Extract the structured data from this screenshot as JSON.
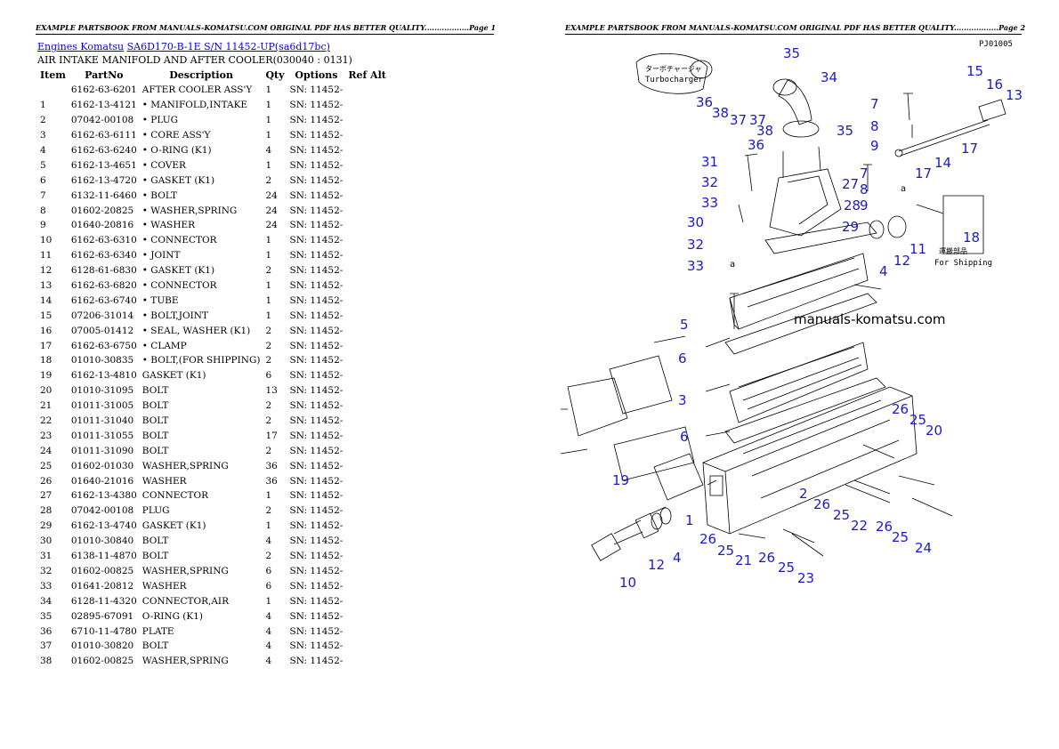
{
  "header_left": "EXAMPLE PARTSBOOK FROM MANUALS-KOMATSU.COM ORIGINAL PDF HAS BETTER QUALITY..................Page 1",
  "header_right": "EXAMPLE PARTSBOOK FROM MANUALS-KOMATSU.COM ORIGINAL PDF HAS BETTER QUALITY..................Page 2",
  "breadcrumb": {
    "link1": "Engines Komatsu",
    "link2": "SA6D170-B-1E S/N 11452-UP(sa6d17bc)"
  },
  "subtitle": "AIR INTAKE MANIFOLD AND AFTER COOLER(030040 : 0131)",
  "columns": [
    "Item",
    "PartNo",
    "Description",
    "Qty",
    "Options",
    "Ref Alt"
  ],
  "rows": [
    {
      "item": "",
      "part": "6162-63-6201",
      "desc": "AFTER COOLER ASS'Y",
      "qty": "1",
      "opt": "SN: 11452-"
    },
    {
      "item": "1",
      "part": "6162-13-4121",
      "desc": "• MANIFOLD,INTAKE",
      "qty": "1",
      "opt": "SN: 11452-"
    },
    {
      "item": "2",
      "part": "07042-00108",
      "desc": "• PLUG",
      "qty": "1",
      "opt": "SN: 11452-"
    },
    {
      "item": "3",
      "part": "6162-63-6111",
      "desc": "• CORE ASS'Y",
      "qty": "1",
      "opt": "SN: 11452-"
    },
    {
      "item": "4",
      "part": "6162-63-6240",
      "desc": "• O-RING (K1)",
      "qty": "4",
      "opt": "SN: 11452-"
    },
    {
      "item": "5",
      "part": "6162-13-4651",
      "desc": "• COVER",
      "qty": "1",
      "opt": "SN: 11452-"
    },
    {
      "item": "6",
      "part": "6162-13-4720",
      "desc": "• GASKET (K1)",
      "qty": "2",
      "opt": "SN: 11452-"
    },
    {
      "item": "7",
      "part": "6132-11-6460",
      "desc": "• BOLT",
      "qty": "24",
      "opt": "SN: 11452-"
    },
    {
      "item": "8",
      "part": "01602-20825",
      "desc": "• WASHER,SPRING",
      "qty": "24",
      "opt": "SN: 11452-"
    },
    {
      "item": "9",
      "part": "01640-20816",
      "desc": "• WASHER",
      "qty": "24",
      "opt": "SN: 11452-"
    },
    {
      "item": "10",
      "part": "6162-63-6310",
      "desc": "• CONNECTOR",
      "qty": "1",
      "opt": "SN: 11452-"
    },
    {
      "item": "11",
      "part": "6162-63-6340",
      "desc": "• JOINT",
      "qty": "1",
      "opt": "SN: 11452-"
    },
    {
      "item": "12",
      "part": "6128-61-6830",
      "desc": "• GASKET (K1)",
      "qty": "2",
      "opt": "SN: 11452-"
    },
    {
      "item": "13",
      "part": "6162-63-6820",
      "desc": "• CONNECTOR",
      "qty": "1",
      "opt": "SN: 11452-"
    },
    {
      "item": "14",
      "part": "6162-63-6740",
      "desc": "• TUBE",
      "qty": "1",
      "opt": "SN: 11452-"
    },
    {
      "item": "15",
      "part": "07206-31014",
      "desc": "• BOLT,JOINT",
      "qty": "1",
      "opt": "SN: 11452-"
    },
    {
      "item": "16",
      "part": "07005-01412",
      "desc": "• SEAL, WASHER (K1)",
      "qty": "2",
      "opt": "SN: 11452-"
    },
    {
      "item": "17",
      "part": "6162-63-6750",
      "desc": "• CLAMP",
      "qty": "2",
      "opt": "SN: 11452-"
    },
    {
      "item": "18",
      "part": "01010-30835",
      "desc": "• BOLT,(FOR SHIPPING)",
      "qty": "2",
      "opt": "SN: 11452-"
    },
    {
      "item": "19",
      "part": "6162-13-4810",
      "desc": "GASKET (K1)",
      "qty": "6",
      "opt": "SN: 11452-"
    },
    {
      "item": "20",
      "part": "01010-31095",
      "desc": "BOLT",
      "qty": "13",
      "opt": "SN: 11452-"
    },
    {
      "item": "21",
      "part": "01011-31005",
      "desc": "BOLT",
      "qty": "2",
      "opt": "SN: 11452-"
    },
    {
      "item": "22",
      "part": "01011-31040",
      "desc": "BOLT",
      "qty": "2",
      "opt": "SN: 11452-"
    },
    {
      "item": "23",
      "part": "01011-31055",
      "desc": "BOLT",
      "qty": "17",
      "opt": "SN: 11452-"
    },
    {
      "item": "24",
      "part": "01011-31090",
      "desc": "BOLT",
      "qty": "2",
      "opt": "SN: 11452-"
    },
    {
      "item": "25",
      "part": "01602-01030",
      "desc": "WASHER,SPRING",
      "qty": "36",
      "opt": "SN: 11452-"
    },
    {
      "item": "26",
      "part": "01640-21016",
      "desc": "WASHER",
      "qty": "36",
      "opt": "SN: 11452-"
    },
    {
      "item": "27",
      "part": "6162-13-4380",
      "desc": "CONNECTOR",
      "qty": "1",
      "opt": "SN: 11452-"
    },
    {
      "item": "28",
      "part": "07042-00108",
      "desc": "PLUG",
      "qty": "2",
      "opt": "SN: 11452-"
    },
    {
      "item": "29",
      "part": "6162-13-4740",
      "desc": "GASKET (K1)",
      "qty": "1",
      "opt": "SN: 11452-"
    },
    {
      "item": "30",
      "part": "01010-30840",
      "desc": "BOLT",
      "qty": "4",
      "opt": "SN: 11452-"
    },
    {
      "item": "31",
      "part": "6138-11-4870",
      "desc": "BOLT",
      "qty": "2",
      "opt": "SN: 11452-"
    },
    {
      "item": "32",
      "part": "01602-00825",
      "desc": "WASHER,SPRING",
      "qty": "6",
      "opt": "SN: 11452-"
    },
    {
      "item": "33",
      "part": "01641-20812",
      "desc": "WASHER",
      "qty": "6",
      "opt": "SN: 11452-"
    },
    {
      "item": "34",
      "part": "6128-11-4320",
      "desc": "CONNECTOR,AIR",
      "qty": "1",
      "opt": "SN: 11452-"
    },
    {
      "item": "35",
      "part": "02895-67091",
      "desc": "O-RING (K1)",
      "qty": "4",
      "opt": "SN: 11452-"
    },
    {
      "item": "36",
      "part": "6710-11-4780",
      "desc": "PLATE",
      "qty": "4",
      "opt": "SN: 11452-"
    },
    {
      "item": "37",
      "part": "01010-30820",
      "desc": "BOLT",
      "qty": "4",
      "opt": "SN: 11452-"
    },
    {
      "item": "38",
      "part": "01602-00825",
      "desc": "WASHER,SPRING",
      "qty": "4",
      "opt": "SN: 11452-"
    }
  ],
  "diagram": {
    "code": "PJ01005",
    "watermark": "manuals-komatsu.com",
    "turbo_label_jp": "ターボチャージャ",
    "turbo_label": "Turbocharger",
    "ship_label_jp": "運搬部品",
    "ship_label": "For Shipping",
    "label_color": "#1a1acc",
    "callout_a": "a",
    "callouts": [
      "35",
      "34",
      "36",
      "38",
      "37",
      "37",
      "38",
      "36",
      "35",
      "15",
      "16",
      "13",
      "7",
      "8",
      "9",
      "17",
      "14",
      "7",
      "8",
      "9",
      "17",
      "31",
      "32",
      "33",
      "30",
      "32",
      "33",
      "27",
      "28",
      "29",
      "4",
      "12",
      "11",
      "18",
      "5",
      "6",
      "3",
      "6",
      "19",
      "26",
      "25",
      "20",
      "2",
      "26",
      "25",
      "22",
      "26",
      "25",
      "24",
      "1",
      "26",
      "25",
      "21",
      "26",
      "25",
      "23",
      "12",
      "4",
      "10"
    ]
  }
}
